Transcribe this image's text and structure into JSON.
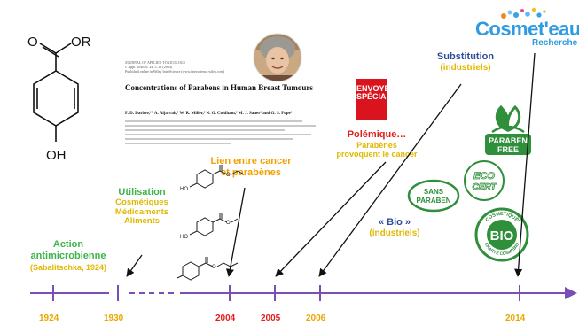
{
  "molecule_main": {
    "substituent": "OR",
    "carbonyl": "O",
    "hydroxyl": "OH"
  },
  "paper": {
    "journal_lines": [
      "JOURNAL OF APPLIED TOXICOLOGY",
      "J. Appl. Toxicol. 24, 5–13 (2004)",
      "Published online in Wiley InterScience (www.interscience.wiley.com)"
    ],
    "title": "Concentrations of Parabens in Human Breast Tumours",
    "authors": "P. D. Darbre,¹* A. Aljarrah,¹ W. R. Miller,² N. G. Coldham,³ M. J. Sauer³ and G. S. Pope¹"
  },
  "logo": {
    "line1": "Cosmet'eau",
    "line2": "Recherche"
  },
  "envoye_special": {
    "line1": "ENVOYÉ",
    "line2": "SPÉCIAL"
  },
  "labels": {
    "action_title": "Action",
    "action_line2": "antimicrobienne",
    "action_ref": "(Sabalitschka, 1924)",
    "utilisation_title": "Utilisation",
    "utilisation_items": [
      "Cosmétiques",
      "Médicaments",
      "Aliments"
    ],
    "lien_line1": "Lien entre cancer",
    "lien_line2": "et parabènes",
    "polemique_title": "Polémique…",
    "polemique_line2": "Parabènes",
    "polemique_line3": "provoquent le cancer",
    "substitution_title": "Substitution",
    "substitution_sub": "(industriels)",
    "bio_title": "« Bio »",
    "bio_sub": "(industriels)"
  },
  "small_molecules": {
    "oh": "HO",
    "o": "O"
  },
  "badges": {
    "paraben_free": {
      "line1": "PARABEN",
      "line2": "FREE"
    },
    "sans_paraben": {
      "line1": "SANS",
      "line2": "PARABEN"
    },
    "ecocert": {
      "line1": "ECO",
      "line2": "CERT"
    },
    "cosmebio": {
      "main": "BIO",
      "ring_top": "COSMETIQUE",
      "ring_bottom": "CHARTE COSMEBIO"
    }
  },
  "timeline": {
    "years": [
      {
        "label": "1924",
        "color": "#e8a800"
      },
      {
        "label": "1930",
        "color": "#e8a800"
      },
      {
        "label": "2004",
        "color": "#e0201e"
      },
      {
        "label": "2005",
        "color": "#e0201e"
      },
      {
        "label": "2006",
        "color": "#e8a800"
      },
      {
        "label": "2014",
        "color": "#e8a800"
      }
    ],
    "axis_color": "#7a4fb5"
  },
  "colors": {
    "green": "#3db34a",
    "yellow": "#e0b800",
    "orange": "#f5a000",
    "red": "#e0201e",
    "blue": "#2e4a9a",
    "ecogreen": "#2f8f3a"
  }
}
